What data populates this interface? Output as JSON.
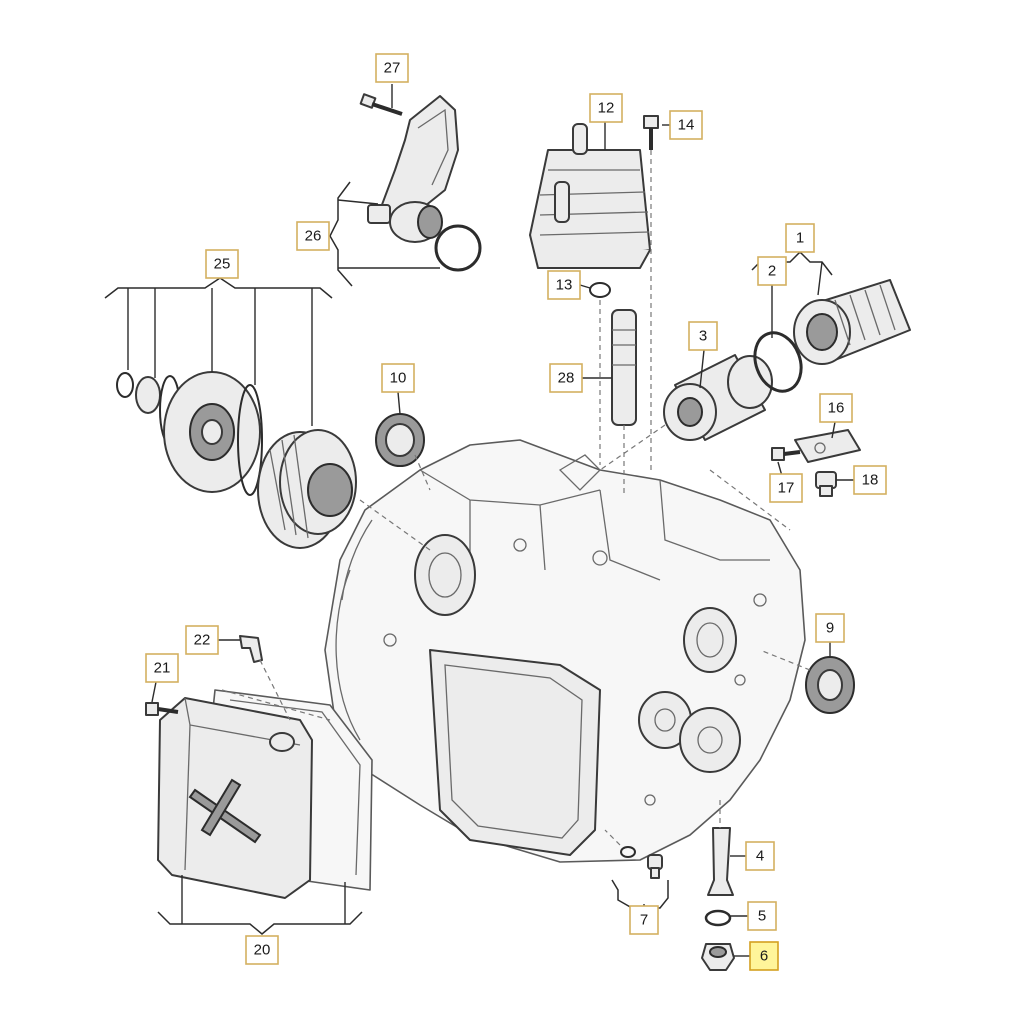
{
  "callouts": [
    {
      "id": "1",
      "label": "1",
      "highlighted": false
    },
    {
      "id": "2",
      "label": "2",
      "highlighted": false
    },
    {
      "id": "3",
      "label": "3",
      "highlighted": false
    },
    {
      "id": "4",
      "label": "4",
      "highlighted": false
    },
    {
      "id": "5",
      "label": "5",
      "highlighted": false
    },
    {
      "id": "6",
      "label": "6",
      "highlighted": true
    },
    {
      "id": "7",
      "label": "7",
      "highlighted": false
    },
    {
      "id": "9",
      "label": "9",
      "highlighted": false
    },
    {
      "id": "10",
      "label": "10",
      "highlighted": false
    },
    {
      "id": "12",
      "label": "12",
      "highlighted": false
    },
    {
      "id": "13",
      "label": "13",
      "highlighted": false
    },
    {
      "id": "14",
      "label": "14",
      "highlighted": false
    },
    {
      "id": "16",
      "label": "16",
      "highlighted": false
    },
    {
      "id": "17",
      "label": "17",
      "highlighted": false
    },
    {
      "id": "18",
      "label": "18",
      "highlighted": false
    },
    {
      "id": "20",
      "label": "20",
      "highlighted": false
    },
    {
      "id": "21",
      "label": "21",
      "highlighted": false
    },
    {
      "id": "22",
      "label": "22",
      "highlighted": false
    },
    {
      "id": "25",
      "label": "25",
      "highlighted": false
    },
    {
      "id": "26",
      "label": "26",
      "highlighted": false
    },
    {
      "id": "27",
      "label": "27",
      "highlighted": false
    },
    {
      "id": "28",
      "label": "28",
      "highlighted": false
    }
  ],
  "colors": {
    "callout_border": "#d4b060",
    "highlight_fill": "#fff59a",
    "line_art": "#2c2c2c"
  }
}
